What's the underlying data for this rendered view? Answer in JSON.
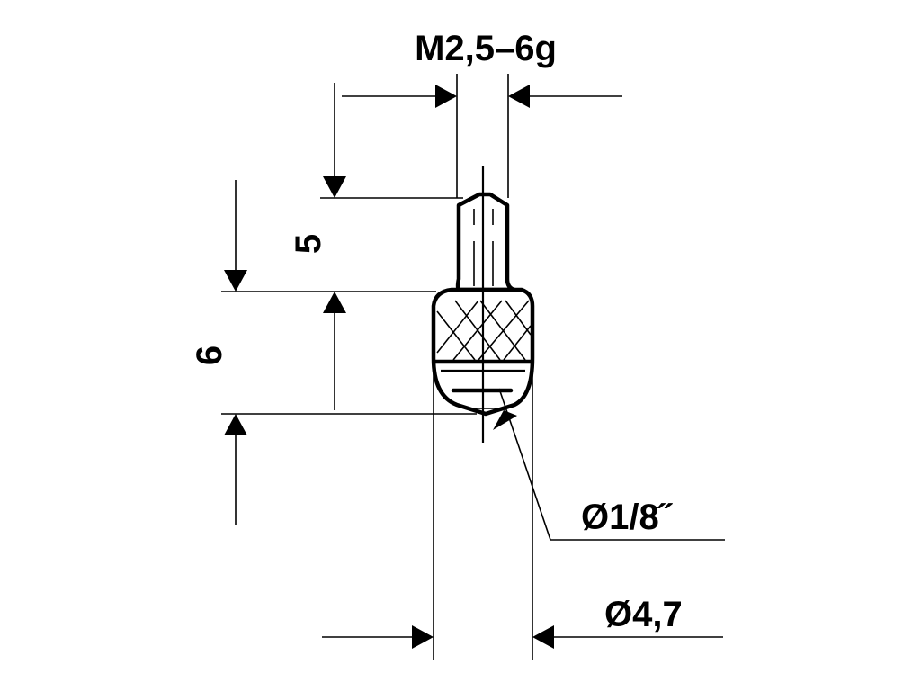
{
  "drawing": {
    "thread_label": "M2,5–6g",
    "thread_length_label": "5",
    "head_length_label": "6",
    "ball_diameter_label": "Ø1/8˝",
    "body_diameter_label": "Ø4,7"
  }
}
